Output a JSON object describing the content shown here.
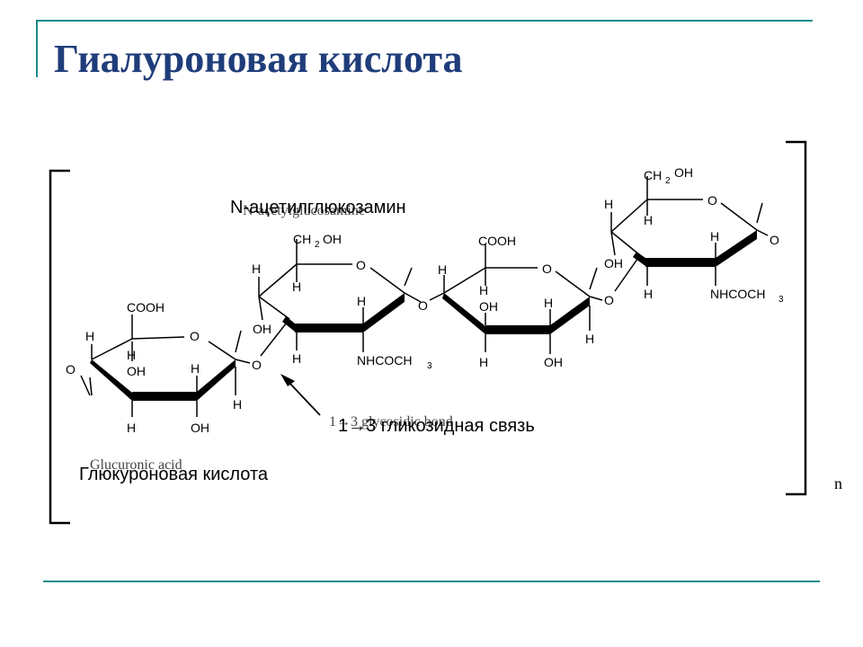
{
  "title": "Гиалуроновая кислота",
  "colors": {
    "accent": "#1a8a8a",
    "title": "#1f3d7a",
    "ink": "#000000"
  },
  "labels": {
    "nag_ru": "N-ацетилглюкозамин",
    "nag_en": "N-acetylglucosamine",
    "glca_ru": "Глюкуроновая кислота",
    "glca_en": "Glucuronic acid",
    "bond_ru": "1→3 гликозидная связь",
    "bond_en": "1→3 glycosidic bond",
    "repeat": "n"
  },
  "atoms": {
    "H": "H",
    "O": "O",
    "OH": "OH",
    "COOH": "COOH",
    "CH2": "CH",
    "sub2": "2",
    "OH_tail": "OH",
    "NHCOCH": "NHCOCH",
    "sub3": "3"
  }
}
